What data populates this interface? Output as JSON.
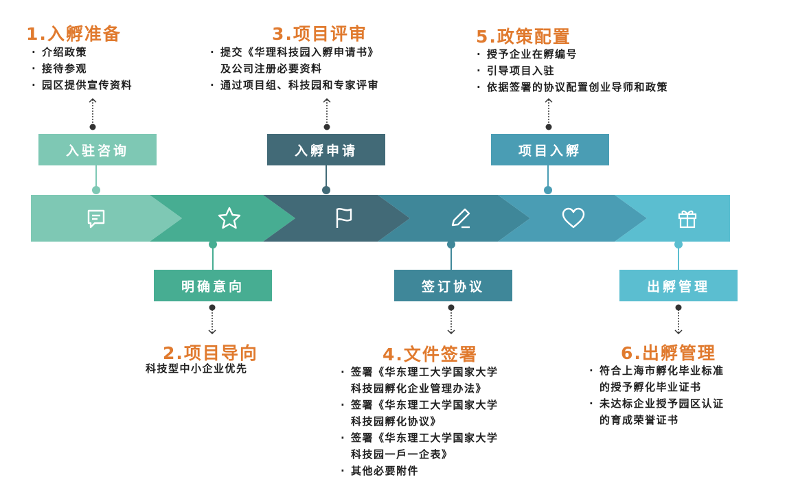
{
  "steps_top": [
    {
      "title": "1.入孵准备",
      "items": [
        "介绍政策",
        "接待参观",
        "园区提供宣传资料"
      ],
      "box_label": "入驻咨询"
    },
    {
      "title": "3.项目评审",
      "items": [
        "提交《华理科技园入孵申请书》",
        "及公司注册必要资料",
        "通过项目组、科技园和专家评审"
      ],
      "box_label": "入孵申请"
    },
    {
      "title": "5.政策配置",
      "items": [
        "授予企业在孵编号",
        "引导项目入驻",
        "依据签署的协议配置创业导师和政策"
      ],
      "box_label": "项目入孵"
    }
  ],
  "steps_bottom": [
    {
      "title": "2.项目导向",
      "items": [
        "科技型中小企业优先"
      ],
      "box_label": "明确意向"
    },
    {
      "title": "4.文件签署",
      "items": [
        "签署《华东理工大学国家大学",
        "科技园孵化企业管理办法》",
        "签署《华东理工大学国家大学",
        "科技园孵化协议》",
        "签署《华东理工大学国家大学",
        "科技园一戶一企表》",
        "其他必要附件"
      ],
      "box_label": "签订协议"
    },
    {
      "title": "6.出孵管理",
      "items": [
        "符合上海市孵化毕业标准",
        "的授予孵化毕业证书",
        "未达标企业授予园区认证",
        "的育成荣誉证书"
      ],
      "box_label": "出孵管理"
    }
  ],
  "band_icons": [
    "chat-icon",
    "star-icon",
    "flag-icon",
    "pencil-icon",
    "heart-icon",
    "gift-icon"
  ],
  "colors": {
    "title_orange": "#e07a2e",
    "seg1": "#7ec8b4",
    "seg2": "#47ad92",
    "seg3": "#426a77",
    "seg4": "#3f8799",
    "seg5": "#4a9db4",
    "seg6": "#5bbed0"
  }
}
